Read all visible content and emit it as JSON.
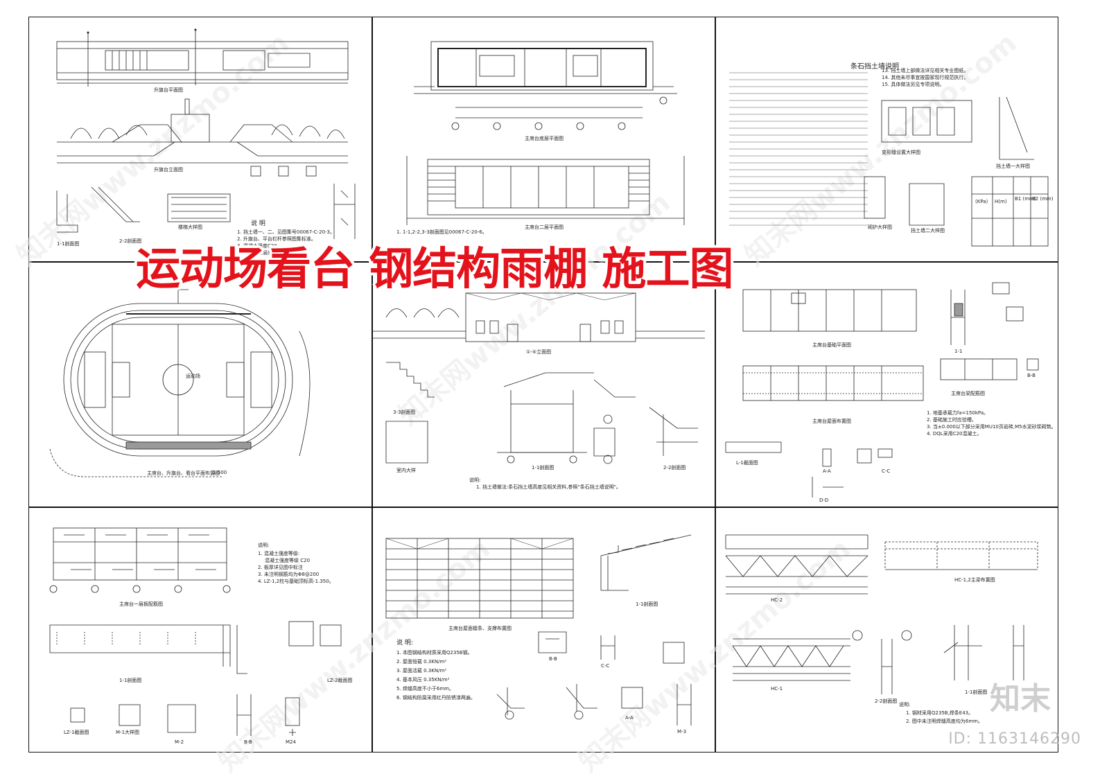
{
  "headline": "运动场看台 钢结构雨棚 施工图",
  "brand": "知末",
  "id_label": "ID: 1163146290",
  "watermark": "知末网www.znzmo.com",
  "colors": {
    "headline": "#e3121b",
    "line": "#111111"
  },
  "sheets": {
    "s1": {
      "cap_plan": "升旗台平面图",
      "cap_elev": "升旗台立面图",
      "cap_sec1": "1-1剖面图",
      "cap_sec2": "2-2剖面图",
      "cap_stair": "楼梯大样图",
      "notes_title": "说 明",
      "notes": [
        "1. 挡土墙一、二、见图集号00067-C-20-3。",
        "2. 升旗台、平台栏杆参照图集标准。",
        "3. 混凝土强度C20。",
        "4. 基础持力层应坐落在原状土上。"
      ]
    },
    "s2": {
      "cap_plan1": "主席台底层平面图",
      "cap_plan2": "主席台二层平面图",
      "notes": "1. 1-1,2-2,3-3剖面图见00067-C-20-6。"
    },
    "s3": {
      "title": "条石挡土墙说明",
      "cap_detail1": "变形缝设置大样图",
      "cap_detail2": "挡土墙一大样图",
      "cap_detail3": "挡土墙二大样图",
      "cap_detail4": "砌护大样图",
      "table_headers": [
        "(KPa)",
        "H(m)",
        "B1 (mm)",
        "B2 (mm)"
      ],
      "extra_notes": [
        "13. 挡土墙上部做法详见相关专业图纸。",
        "14. 其他未尽事宜按国家现行规范执行。",
        "15. 具体做法另见专项说明。"
      ]
    },
    "s4": {
      "cap": "主席台、升旗台、看台平面布置图",
      "scale": "1:500",
      "label": "运动场"
    },
    "s5": {
      "cap_elev": "①-⑤立面图",
      "cap_sec3": "3-3剖面图",
      "cap_sec1": "1-1剖面图",
      "cap_sec2": "2-2剖面图",
      "cap_detail": "室内大样",
      "notes_title": "说明:",
      "notes": "1. 挡土墙做法:条石挡土墙高度见相关资料,参照\"条石挡土墙说明\"。"
    },
    "s6": {
      "cap_found1": "主席台基础平面图",
      "cap_found2": "主席台屋面布置图",
      "cap_beam": "主席台梁配筋图",
      "cap_sec": "1-1",
      "notes": [
        "1. 地基承载力fa=150kPa。",
        "2. 基础施工时应验槽。",
        "3. 当±0.000以下部分采用MU10页岩砖,M5水泥砂浆砌筑。",
        "4. DQL采用C20混凝土。"
      ],
      "cap_l1": "L-1截面图",
      "cap_aa": "A-A",
      "cap_cc": "C-C",
      "cap_dd": "D-D",
      "cap_bb": "B-B"
    },
    "s7": {
      "cap_plan": "主席台一层板配筋图",
      "cap_sec": "1-1剖面图",
      "cap_lz": "LZ-1截面图",
      "cap_m1": "M-1大样图",
      "cap_m2": "M-2",
      "cap_bb": "B-B",
      "cap_m24": "M24",
      "cap_lz2": "LZ-2截面图",
      "notes_title": "说明:",
      "notes": [
        "1. 混凝土强度等级:",
        "混凝土强度等级 C20",
        "2. 板厚详见图中标注",
        "3. 未注明钢筋均为Φ8@200",
        "4. LZ-1,2柱与基础顶标高-1.350。"
      ]
    },
    "s8": {
      "cap_roof": "主席台屋面檩条、支撑布置图",
      "cap_sec": "1-1剖面图",
      "cap_bb": "B-B",
      "cap_cc": "C-C",
      "cap_aa": "A-A",
      "cap_m3": "M-3",
      "notes_title": "说 明:",
      "notes": [
        "1. 本图钢结构材质采用Q235B钢。",
        "2. 屋面恒载 0.3KN/m²",
        "3. 屋面活载 0.3KN/m²",
        "4. 基本风压 0.35KN/m²",
        "5. 焊缝高度不小于6mm。",
        "6. 钢结构防腐采用红丹防锈漆两遍。"
      ]
    },
    "s9": {
      "cap_hc2": "HC-2",
      "cap_hc1": "HC-1",
      "cap_hc12": "HC-1,2主梁布置图",
      "cap_sec1": "1-1剖面图",
      "cap_sec2": "2-2剖面图",
      "notes_title": "说明:",
      "notes": [
        "1. 钢材采用Q235B,焊条E43。",
        "2. 图中未注明焊缝高度均为6mm。"
      ]
    }
  }
}
